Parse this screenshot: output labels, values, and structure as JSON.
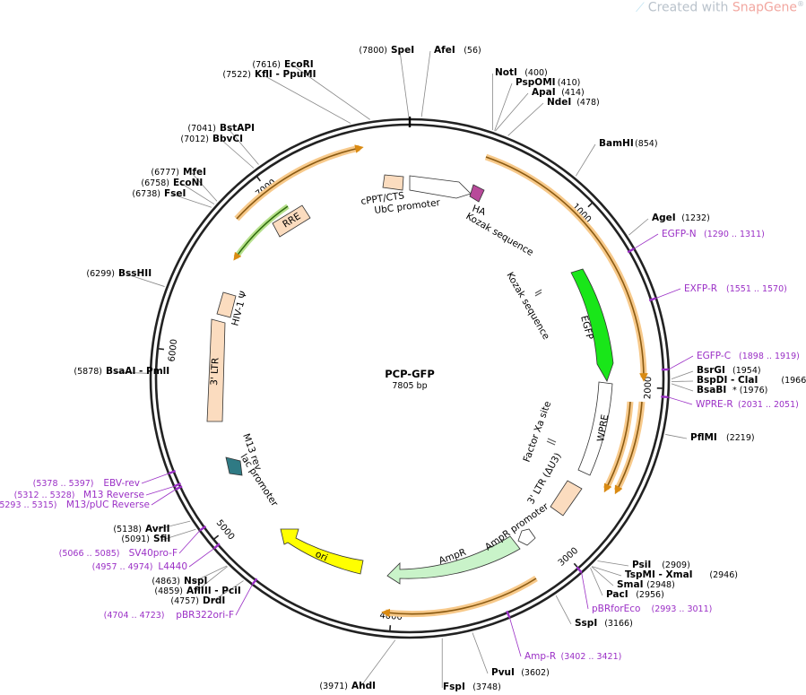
{
  "watermark": {
    "prefix": "Created with ",
    "brand": "SnapGene",
    "suffix": "®",
    "icon": "snapgene-logo-icon"
  },
  "plasmid": {
    "name": "PCP-GFP",
    "length": 7805,
    "length_label": "7805 bp"
  },
  "ticks": [
    {
      "pos": 1000,
      "label": "1000"
    },
    {
      "pos": 2000,
      "label": "2000"
    },
    {
      "pos": 3000,
      "label": "3000"
    },
    {
      "pos": 4000,
      "label": "4000"
    },
    {
      "pos": 5000,
      "label": "5000"
    },
    {
      "pos": 6000,
      "label": "6000"
    },
    {
      "pos": 7000,
      "label": "7000"
    }
  ],
  "colors": {
    "orange_arrow": "#f0a640",
    "green_arrow": "#64b428",
    "egfp": "#19e619",
    "feature_fill": "#fbdcbf",
    "ampr": "#c9f3c9",
    "ori": "#ffff00",
    "primer": "#9b30c6"
  },
  "sites": [
    {
      "name": "SpeI",
      "pos": "(7800)",
      "side": "left",
      "site": 7800
    },
    {
      "name": "AfeI",
      "pos": "(56)",
      "side": "right",
      "site": 56
    },
    {
      "name": "NotI",
      "pos": "(400)",
      "side": "right",
      "site": 400
    },
    {
      "name": "PspOMI",
      "pos": "(410)",
      "side": "right",
      "site": 410
    },
    {
      "name": "ApaI",
      "pos": "(414)",
      "side": "right",
      "site": 414
    },
    {
      "name": "NdeI",
      "pos": "(478)",
      "side": "right",
      "site": 478
    },
    {
      "name": "BamHI",
      "pos": "(854)",
      "side": "right",
      "site": 854
    },
    {
      "name": "AgeI",
      "pos": "(1232)",
      "side": "right",
      "site": 1232
    },
    {
      "name": "BsrGI",
      "pos": "(1954)",
      "side": "right",
      "site": 1954
    },
    {
      "name": "BspDI  - ClaI",
      "pos": "(1966)",
      "side": "right",
      "site": 1966
    },
    {
      "name": "BsaBI",
      "pos": "* (1976)",
      "side": "right",
      "site": 1976,
      "muted": true
    },
    {
      "name": "PflMI",
      "pos": "(2219)",
      "side": "right",
      "site": 2219
    },
    {
      "name": "PsiI",
      "pos": "(2909)",
      "side": "right",
      "site": 2909
    },
    {
      "name": "TspMI  - XmaI",
      "pos": "(2946)",
      "side": "right",
      "site": 2946
    },
    {
      "name": "SmaI",
      "pos": "(2948)",
      "side": "right",
      "site": 2948
    },
    {
      "name": "PacI",
      "pos": "(2956)",
      "side": "right",
      "site": 2956
    },
    {
      "name": "SspI",
      "pos": "(3166)",
      "side": "right",
      "site": 3166
    },
    {
      "name": "PvuI",
      "pos": "(3602)",
      "side": "right",
      "site": 3602
    },
    {
      "name": "FspI",
      "pos": "(3748)",
      "side": "right",
      "site": 3748
    },
    {
      "name": "AhdI",
      "pos": "(3971)",
      "side": "left",
      "site": 3971
    },
    {
      "name": "DrdI",
      "pos": "(4757)",
      "side": "left",
      "site": 4757
    },
    {
      "name": "AflIII  - PciI",
      "pos": "(4859)",
      "side": "left",
      "site": 4859
    },
    {
      "name": "NspI",
      "pos": "(4863)",
      "side": "left",
      "site": 4863
    },
    {
      "name": "SfiI",
      "pos": "(5091)",
      "side": "left",
      "site": 5091
    },
    {
      "name": "AvrII",
      "pos": "(5138)",
      "side": "left",
      "site": 5138
    },
    {
      "name": "BsaAI  - PmlI",
      "pos": "(5878)",
      "side": "left",
      "site": 5878
    },
    {
      "name": "BssHII",
      "pos": "(6299)",
      "side": "left",
      "site": 6299
    },
    {
      "name": "FseI",
      "pos": "(6738)",
      "side": "left",
      "site": 6738
    },
    {
      "name": "EcoNI",
      "pos": "(6758)",
      "side": "left",
      "site": 6758
    },
    {
      "name": "MfeI",
      "pos": "(6777)",
      "side": "left",
      "site": 6777
    },
    {
      "name": "BbvCI",
      "pos": "(7012)",
      "side": "left",
      "site": 7012
    },
    {
      "name": "BstAPI",
      "pos": "(7041)",
      "side": "left",
      "site": 7041
    },
    {
      "name": "KflI  - PpuMI",
      "pos": "(7522)",
      "side": "left",
      "site": 7522
    },
    {
      "name": "EcoRI",
      "pos": "(7616)",
      "side": "left",
      "site": 7616
    }
  ],
  "primers": [
    {
      "name": "EGFP-N",
      "pos": "(1290 .. 1311)",
      "side": "right",
      "site": 1300
    },
    {
      "name": "EXFP-R",
      "pos": "(1551 .. 1570)",
      "side": "right",
      "site": 1560
    },
    {
      "name": "EGFP-C",
      "pos": "(1898 .. 1919)",
      "side": "right",
      "site": 1908
    },
    {
      "name": "WPRE-R",
      "pos": "(2031 .. 2051)",
      "side": "right",
      "site": 2041
    },
    {
      "name": "pBRforEco",
      "pos": "(2993 .. 3011)",
      "side": "right",
      "site": 3002
    },
    {
      "name": "Amp-R",
      "pos": "(3402 .. 3421)",
      "side": "right",
      "site": 3411
    },
    {
      "name": "pBR322ori-F",
      "pos": "(4704 .. 4723)",
      "side": "left",
      "site": 4713
    },
    {
      "name": "L4440",
      "pos": "(4957 .. 4974)",
      "side": "left",
      "site": 4965
    },
    {
      "name": "SV40pro-F",
      "pos": "(5066 .. 5085)",
      "side": "left",
      "site": 5075
    },
    {
      "name": "M13/pUC Reverse",
      "pos": "(5293 .. 5315)",
      "side": "left",
      "site": 5304
    },
    {
      "name": "M13 Reverse",
      "pos": "(5312 .. 5328)",
      "side": "left",
      "site": 5320
    },
    {
      "name": "EBV-rev",
      "pos": "(5378 .. 5397)",
      "side": "left",
      "site": 5387
    }
  ],
  "features": [
    {
      "label": "cPPT/CTS"
    },
    {
      "label": "UbC promoter"
    },
    {
      "label": "HA"
    },
    {
      "label": "Kozak sequence"
    },
    {
      "label": "Kozak sequence"
    },
    {
      "label": "EGFP"
    },
    {
      "label": "WPRE"
    },
    {
      "label": "Factor Xa site"
    },
    {
      "label": "3' LTR (ΔU3)"
    },
    {
      "label": "AmpR promoter"
    },
    {
      "label": "AmpR"
    },
    {
      "label": "ori"
    },
    {
      "label": "M13 rev"
    },
    {
      "label": "lac promoter"
    },
    {
      "label": "3' LTR"
    },
    {
      "label": "HIV-1 Ψ"
    },
    {
      "label": "RRE"
    }
  ]
}
